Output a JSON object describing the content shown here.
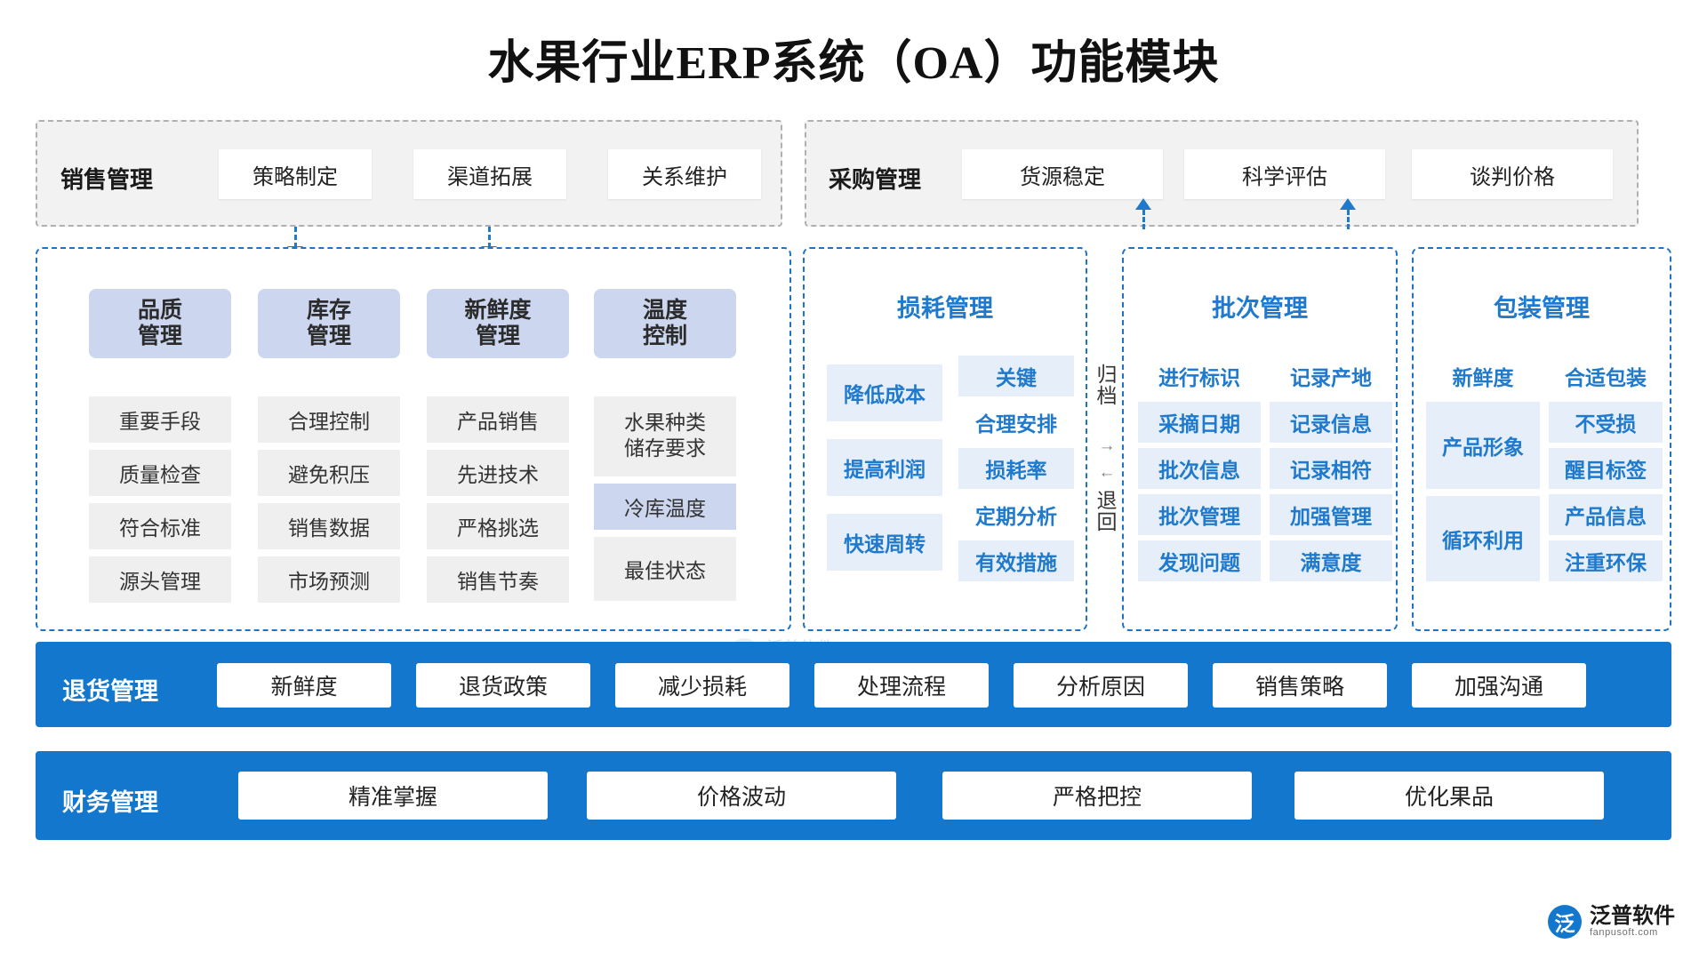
{
  "title": "水果行业ERP系统（OA）功能模块",
  "header_panels": [
    {
      "label": "销售管理",
      "chips": [
        "策略制定",
        "渠道拓展",
        "关系维护"
      ]
    },
    {
      "label": "采购管理",
      "chips": [
        "货源稳定",
        "科学评估",
        "谈判价格"
      ]
    }
  ],
  "left_panel": {
    "columns": [
      {
        "head": "品质\n管理",
        "head_l1": "品质",
        "head_l2": "管理",
        "cells": [
          "重要手段",
          "质量检查",
          "符合标准",
          "源头管理"
        ]
      },
      {
        "head_l1": "库存",
        "head_l2": "管理",
        "cells": [
          "合理控制",
          "避免积压",
          "销售数据",
          "市场预测"
        ]
      },
      {
        "head_l1": "新鲜度",
        "head_l2": "管理",
        "cells": [
          "产品销售",
          "先进技术",
          "严格挑选",
          "销售节奏"
        ]
      },
      {
        "head_l1": "温度",
        "head_l2": "控制",
        "cells_special": [
          {
            "text_l1": "水果种类",
            "text_l2": "储存要求",
            "style": "gray-two-line"
          },
          {
            "text": "冷库温度",
            "style": "blue"
          },
          {
            "text": "最佳状态",
            "style": "gray"
          }
        ]
      }
    ]
  },
  "loss_panel": {
    "title": "损耗管理",
    "col_left": [
      "降低成本",
      "提高利润",
      "快速周转"
    ],
    "col_right": [
      "关键",
      "合理安排",
      "损耗率",
      "定期分析",
      "有效措施"
    ]
  },
  "archive_column": {
    "top_text": "归档",
    "top_arrow": "right-arrow-icon",
    "bottom_arrow": "left-arrow-icon",
    "bottom_text": "退回"
  },
  "batch_panel": {
    "title": "批次管理",
    "col_left": [
      "进行标识",
      "采摘日期",
      "批次信息",
      "批次管理",
      "发现问题"
    ],
    "col_right": [
      "记录产地",
      "记录信息",
      "记录相符",
      "加强管理",
      "满意度"
    ]
  },
  "packaging_panel": {
    "title": "包装管理",
    "col_left": [
      "新鲜度",
      "产品形象",
      "循环利用"
    ],
    "col_right": [
      "合适包装",
      "不受损",
      "醒目标签",
      "产品信息",
      "注重环保"
    ]
  },
  "bottom_bars": [
    {
      "label": "退货管理",
      "chips": [
        "新鲜度",
        "退货政策",
        "减少损耗",
        "处理流程",
        "分析原因",
        "销售策略",
        "加强沟通"
      ]
    },
    {
      "label": "财务管理",
      "chips": [
        "精准掌握",
        "价格波动",
        "严格把控",
        "优化果品"
      ]
    }
  ],
  "watermark": {
    "mark": "泛",
    "name": "泛普软件",
    "sub": "FANPU SOFTWARE"
  },
  "logo": {
    "mark": "泛",
    "name": "泛普软件",
    "sub": "fanpusoft.com"
  },
  "colors": {
    "accent_blue": "#1277cd",
    "text_blue": "#1f79cc",
    "head_lavender": "#ccd6ef",
    "cell_gray": "#efefef",
    "cell_blue_tint": "#e6eff9",
    "panel_gray_bg": "#f2f2f2",
    "dashed_gray": "#b0b0b0"
  }
}
